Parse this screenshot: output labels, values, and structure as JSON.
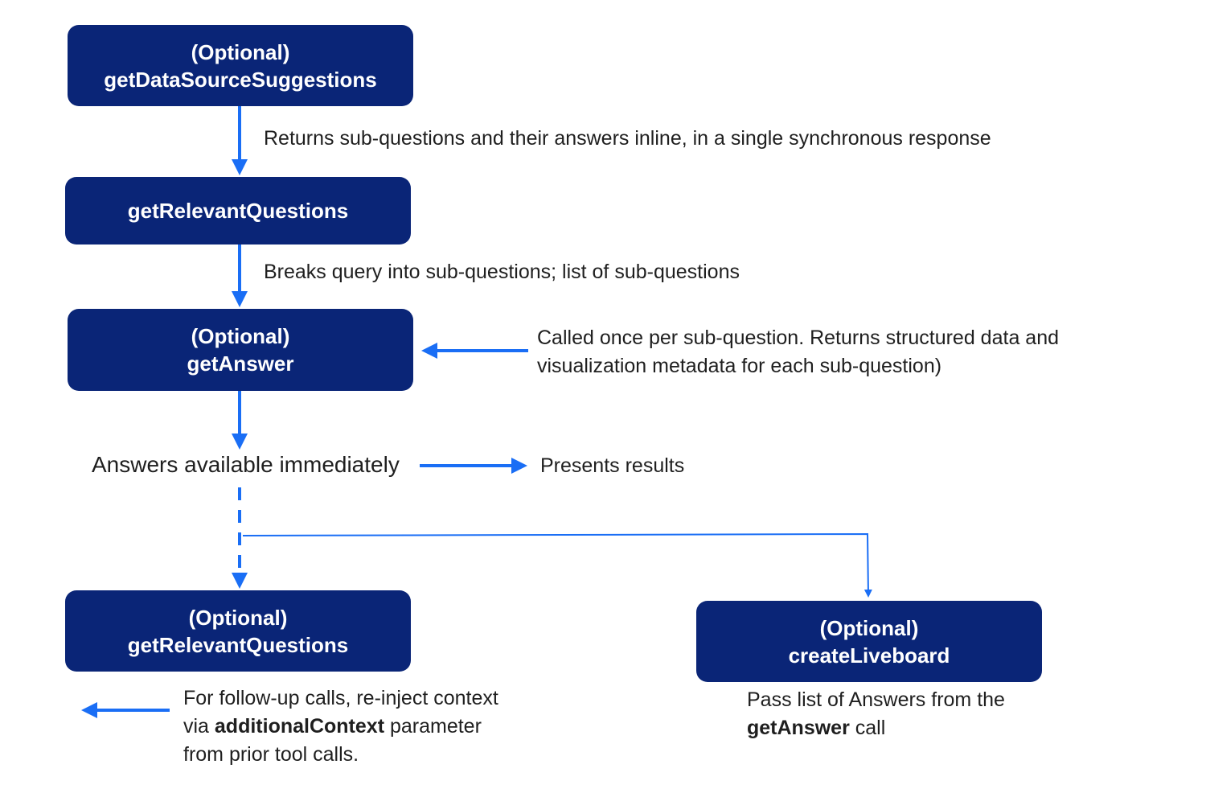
{
  "nodes": {
    "get_data_source_suggestions": {
      "line1": "(Optional)",
      "line2": "getDataSourceSuggestions"
    },
    "get_relevant_questions": {
      "line1": "getRelevantQuestions"
    },
    "get_answer": {
      "line1": "(Optional)",
      "line2": "getAnswer"
    },
    "get_relevant_questions_followup": {
      "line1": "(Optional)",
      "line2": "getRelevantQuestions"
    },
    "create_liveboard": {
      "line1": "(Optional)",
      "line2": "createLiveboard"
    }
  },
  "labels": {
    "returns_inline": "Returns sub-questions and their answers inline, in a single synchronous response",
    "breaks_query": "Breaks query into sub-questions; list of sub-questions",
    "called_once_line1": "Called once per sub-question. Returns structured data and",
    "called_once_line2": "visualization metadata for each sub-question)",
    "answers_available": "Answers available immediately",
    "presents_results": "Presents results",
    "followup_line1": "For follow-up calls, re-inject context",
    "followup_line2_prefix": "via ",
    "followup_line2_bold": "additionalContext",
    "followup_line2_suffix": " parameter",
    "followup_line3": "from prior tool calls.",
    "liveboard_line1": "Pass list of Answers from the",
    "liveboard_line2_bold": "getAnswer",
    "liveboard_line2_suffix": " call"
  },
  "colors": {
    "node_fill": "#0a2577",
    "node_text": "#ffffff",
    "arrow": "#1a6ef5",
    "text": "#1f1f1f"
  }
}
